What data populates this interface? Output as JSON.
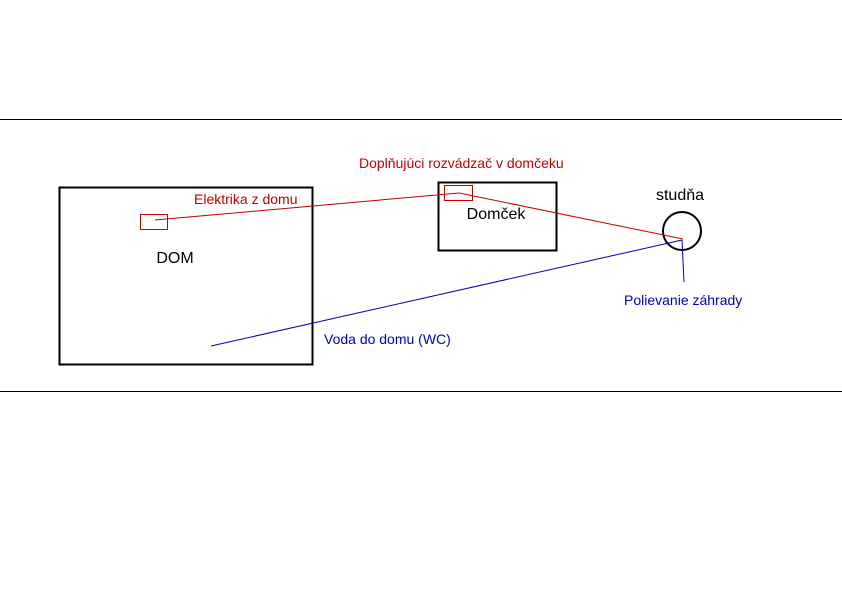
{
  "colors": {
    "electric": "#c00000",
    "water": "#0000b4",
    "outline": "#000000"
  },
  "labels": {
    "house": "DOM",
    "cottage": "Domček",
    "well": "studňa",
    "electric_from_house": "Elektrika z domu",
    "extra_panel": "Doplňujúci rozvádzač v domčeku",
    "water_to_house": "Voda do domu (WC)",
    "garden_watering": "Polievanie záhrady"
  }
}
